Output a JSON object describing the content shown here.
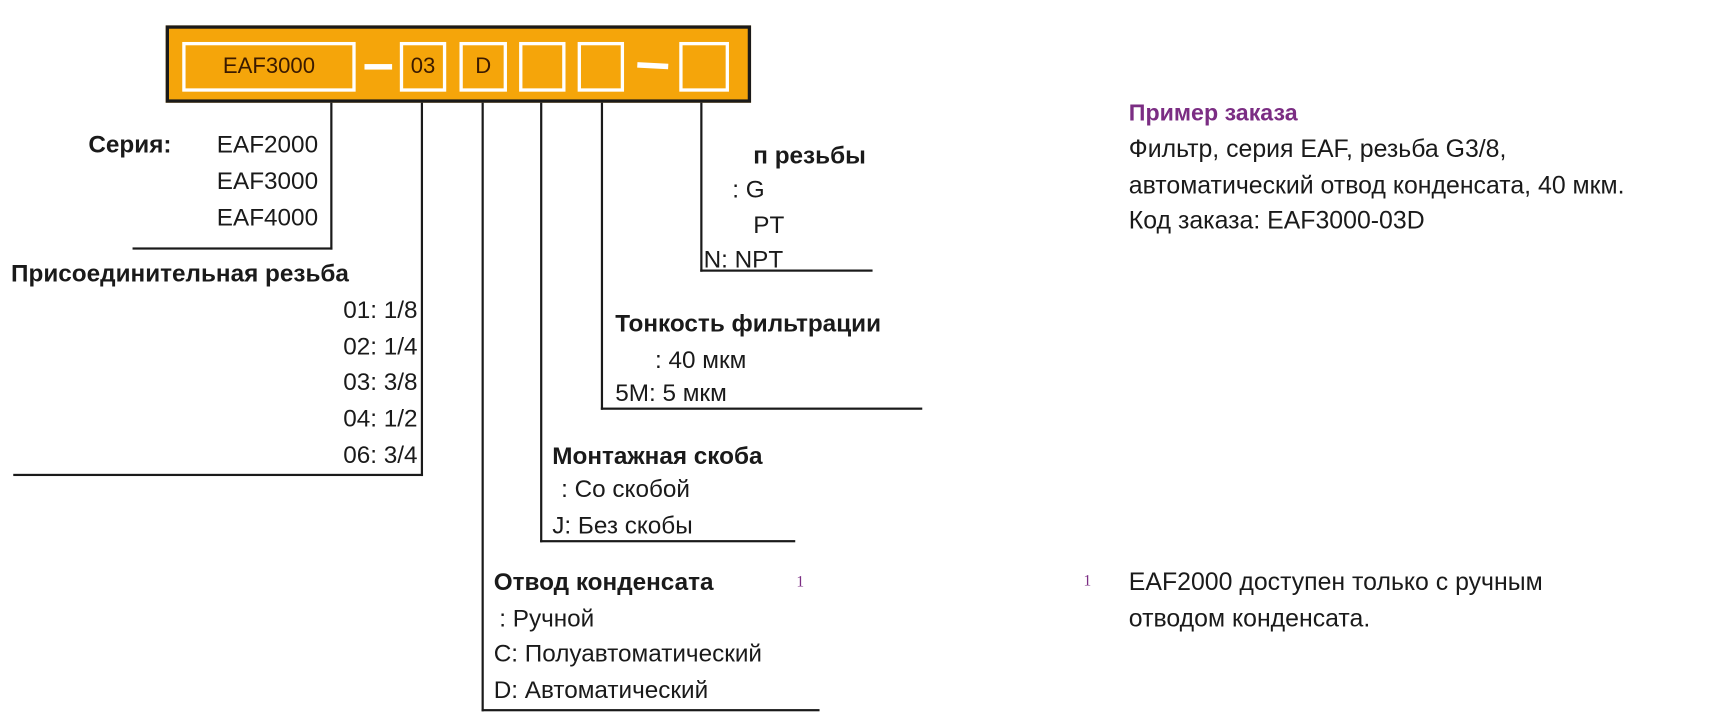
{
  "code_bar": {
    "series_value": "EAF3000",
    "thread_value": "03",
    "drain_value": "D",
    "bracket_value": "",
    "filtration_value": "",
    "thread_type_value": ""
  },
  "series": {
    "label": "Серия:",
    "options": [
      "EAF2000",
      "EAF3000",
      "EAF4000"
    ]
  },
  "port_thread": {
    "title": "Присоединительная резьба",
    "options": [
      "01: 1/8",
      "02: 1/4",
      "03: 3/8",
      "04: 1/2",
      "06: 3/4"
    ]
  },
  "thread_type": {
    "title": "п резьбы",
    "options": [
      ": G",
      "PT",
      "N: NPT"
    ]
  },
  "filtration": {
    "title": "Тонкость фильтрации",
    "options": [
      ": 40 мкм",
      "5M: 5 мкм"
    ]
  },
  "bracket": {
    "title": "Монтажная скоба",
    "options": [
      ": Со скобой",
      "J: Без скобы"
    ]
  },
  "drain": {
    "title": "Отвод конденсата",
    "footnote_mark": "1",
    "options": [
      ": Ручной",
      "C: Полуавтоматический",
      "D: Автоматический"
    ]
  },
  "order_example": {
    "title": "Пример заказа",
    "lines": [
      "Фильтр, серия EAF, резьба G3/8,",
      "автоматический отвод конденсата, 40 мкм.",
      "Код заказа: EAF3000-03D"
    ]
  },
  "footnote": {
    "mark": "1",
    "lines": [
      "EAF2000 доступен только с ручным",
      "отводом конденсата."
    ]
  },
  "colors": {
    "bar": "#f5a50a",
    "accent": "#7b2d83",
    "text": "#1a1a1a"
  }
}
